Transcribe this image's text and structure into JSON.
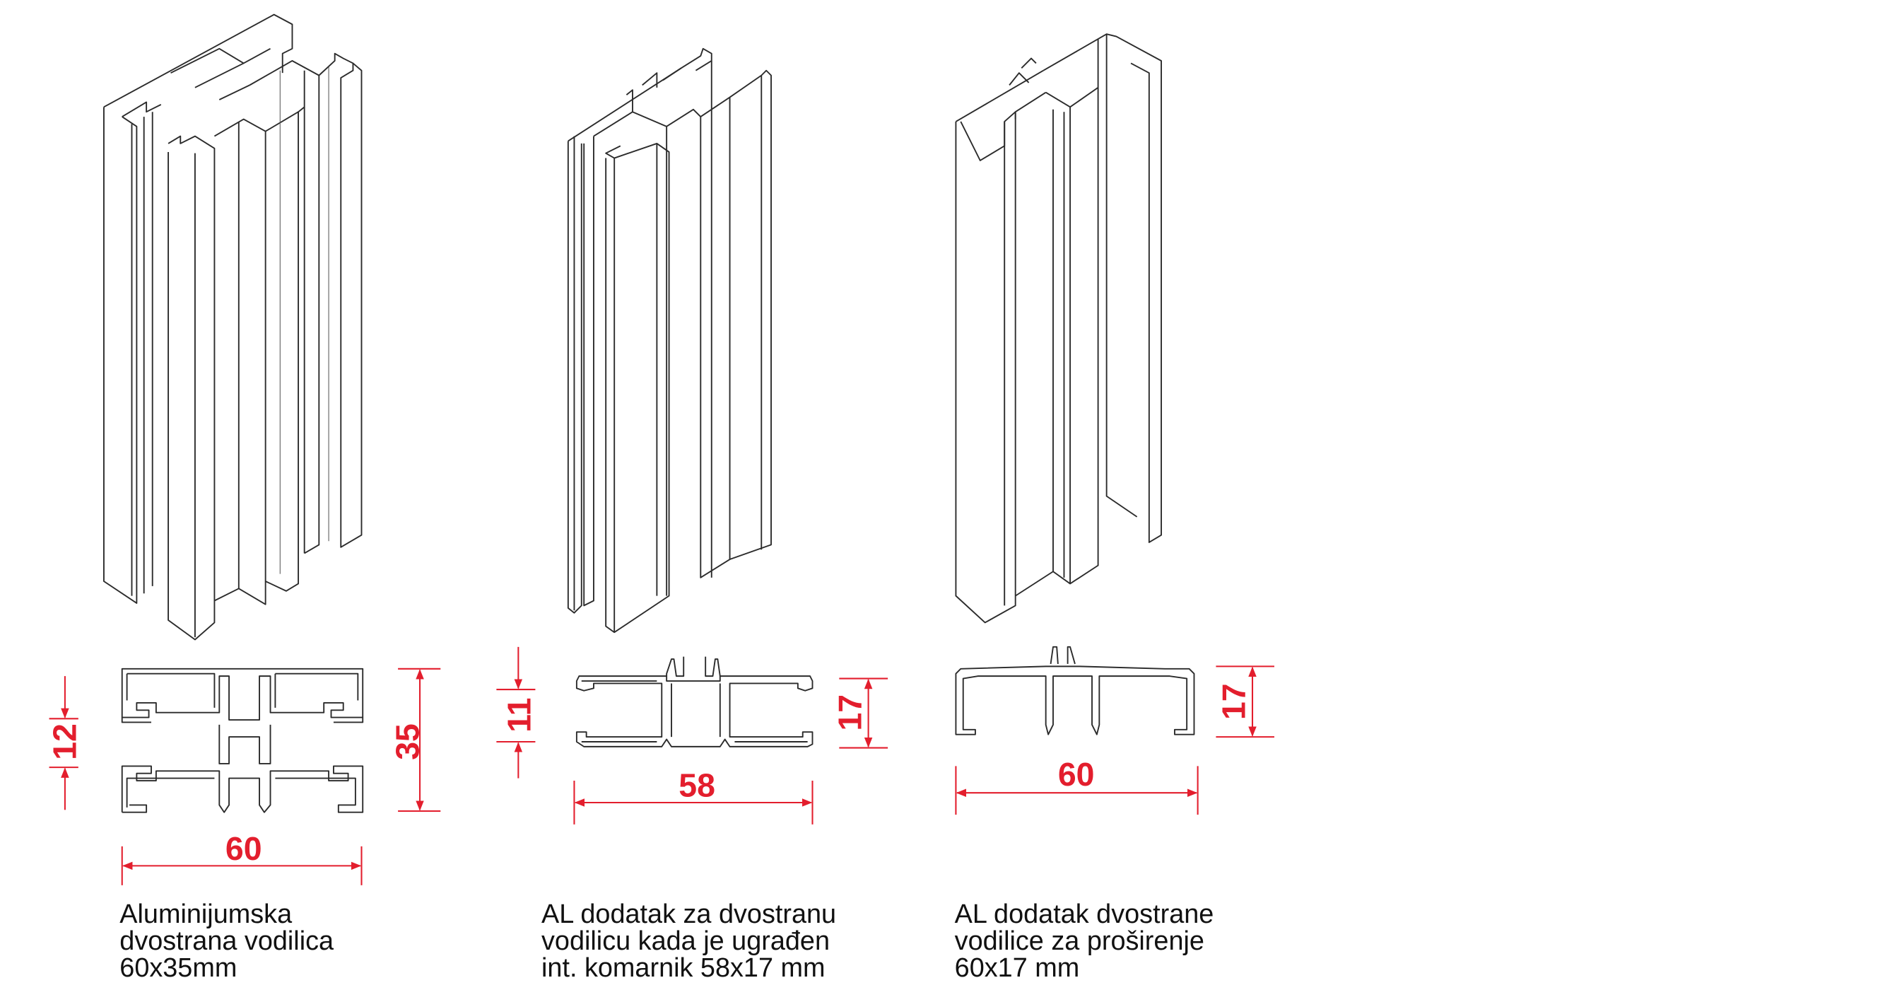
{
  "colors": {
    "dimension": "#e31e2d",
    "line": "#2b2b2b",
    "text": "#111111"
  },
  "profiles": [
    {
      "caption": [
        "Aluminijumska",
        "dvostrana vodilica",
        "60x35mm"
      ],
      "dimensions": {
        "width": "60",
        "height": "35",
        "inner": "12"
      }
    },
    {
      "caption": [
        "AL dodatak za dvostranu",
        "vodilicu kada je ugrađen",
        "int. komarnik 58x17 mm"
      ],
      "dimensions": {
        "width": "58",
        "height": "17",
        "inner": "11"
      }
    },
    {
      "caption": [
        "AL dodatak dvostrane",
        "vodilice za proširenje",
        "60x17 mm"
      ],
      "dimensions": {
        "width": "60",
        "height": "17"
      }
    }
  ]
}
